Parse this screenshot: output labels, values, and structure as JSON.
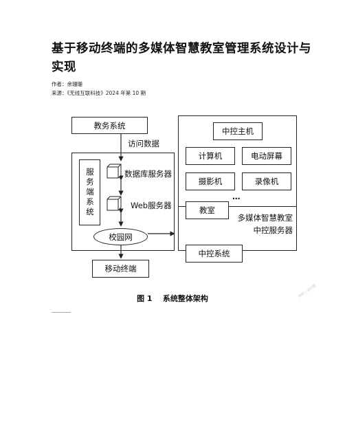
{
  "article": {
    "title": "基于移动终端的多媒体智慧教室管理系统设计与实现",
    "author_line": "作者：余珊珊",
    "source_line": "来源：《无线互联科技》2024 年第 10 期"
  },
  "figure": {
    "nodes": {
      "academic_system": "教务系统",
      "access_data": "访问数据",
      "server_side": "服务端系统",
      "database_server": "数据库服务器",
      "web_server": "Web服务器",
      "campus_network": "校园网",
      "mobile_terminal": "移动终端",
      "central_host": "中控主机",
      "computer": "计算机",
      "electric_screen": "电动屏幕",
      "camera": "摄影机",
      "recorder": "录像机",
      "ellipsis": "…",
      "classroom": "教室",
      "smart_classroom_server": "多媒体智慧教室中控服务器",
      "central_system": "中控系统"
    },
    "caption_num": "图 1",
    "caption_text": "系统整体架构",
    "watermark": "资料 / 设计图"
  }
}
